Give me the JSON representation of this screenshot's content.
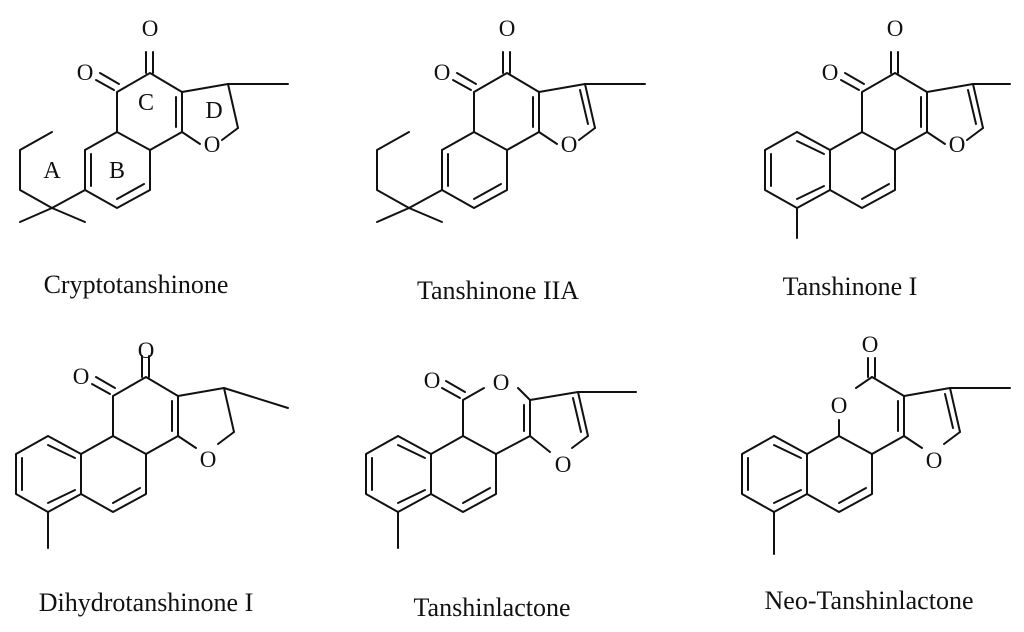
{
  "compounds": [
    {
      "name": "Cryptotanshinone"
    },
    {
      "name": "Tanshinone IIA"
    },
    {
      "name": "Tanshinone I"
    },
    {
      "name": "Dihydrotanshinone I"
    },
    {
      "name": "Tanshinlactone"
    },
    {
      "name": "Neo-Tanshinlactone"
    }
  ],
  "atoms": {
    "oxygen": "O"
  },
  "ring_labels": {
    "a": "A",
    "b": "B",
    "c": "C",
    "d": "D"
  }
}
